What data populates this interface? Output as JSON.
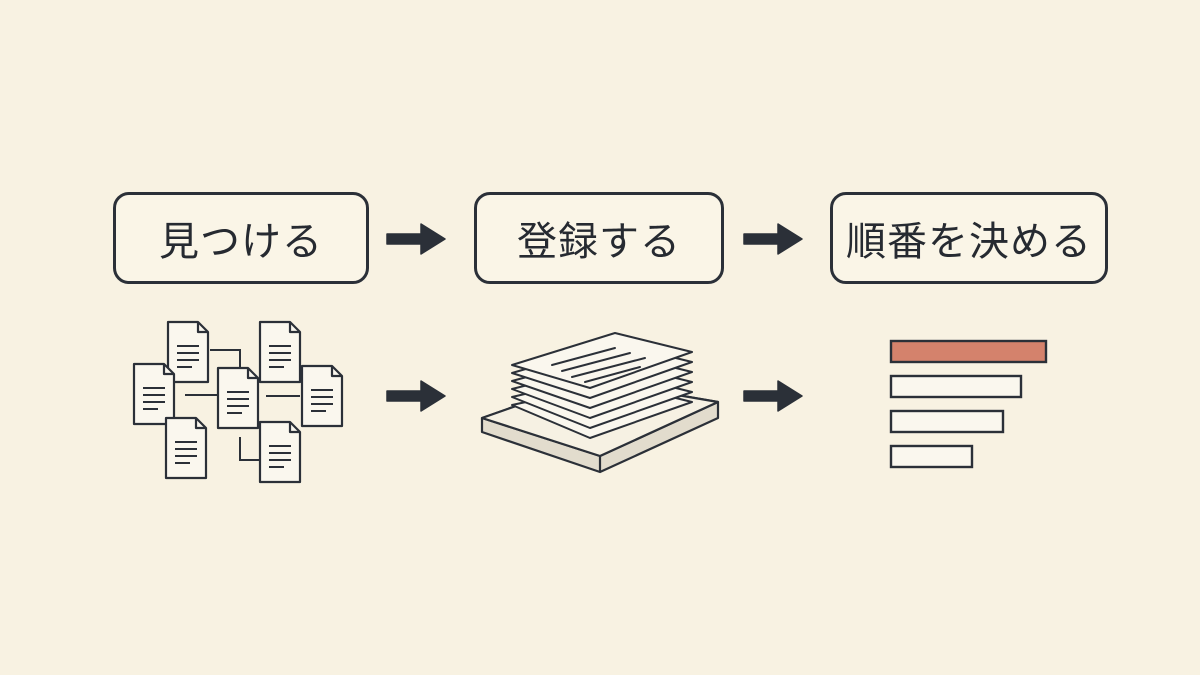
{
  "steps": [
    {
      "label": "見つける"
    },
    {
      "label": "登録する"
    },
    {
      "label": "順番を決める"
    }
  ],
  "colors": {
    "background": "#f8f2e2",
    "ink": "#2b3038",
    "accent": "#d4826c"
  },
  "icons": {
    "arrows": "arrow-right-icon",
    "find": "scattered-documents-icon",
    "register": "stacked-documents-icon",
    "order": "ranked-bars-icon"
  },
  "ranking_bars": {
    "values": [
      1.0,
      0.84,
      0.72,
      0.52
    ],
    "highlighted_index": 0
  }
}
